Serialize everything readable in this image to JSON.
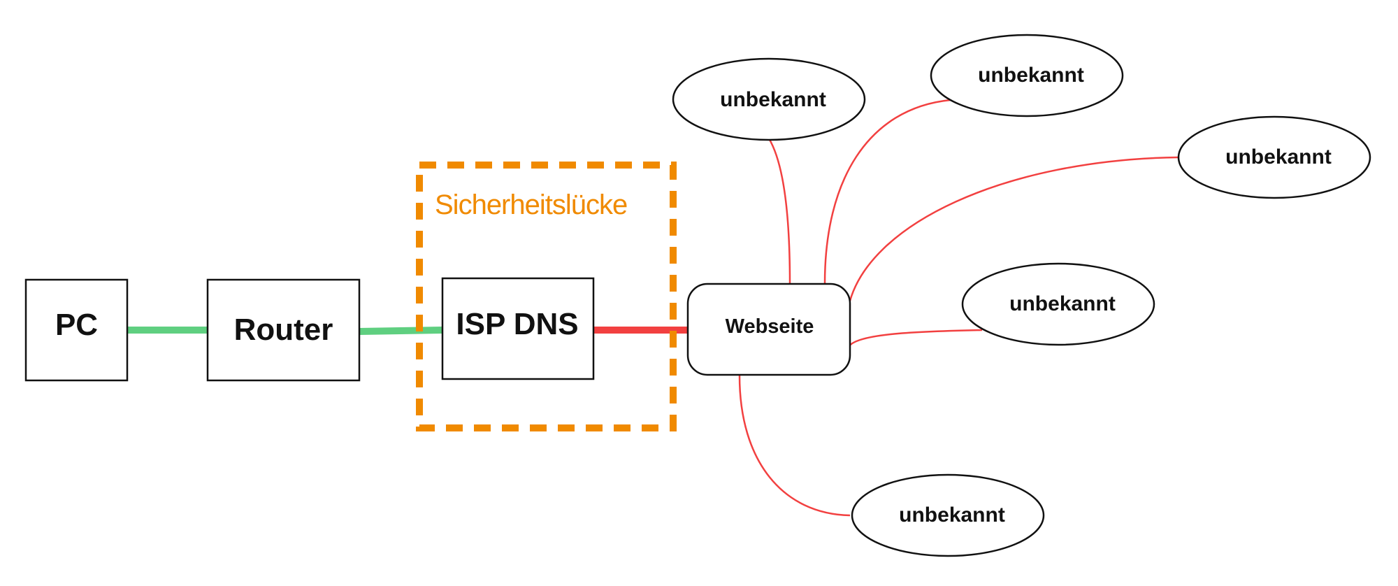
{
  "colors": {
    "secure_link": "#5fcf80",
    "insecure_link": "#f24040",
    "vulnerability": "#f08a00",
    "stroke": "#111111"
  },
  "nodes": {
    "pc": "PC",
    "router": "Router",
    "isp_dns": "ISP DNS",
    "website": "Webseite"
  },
  "vulnerability_zone": {
    "label": "Sicherheitslücke"
  },
  "unknown_hosts": [
    "unbekannt",
    "unbekannt",
    "unbekannt",
    "unbekannt",
    "unbekannt"
  ]
}
